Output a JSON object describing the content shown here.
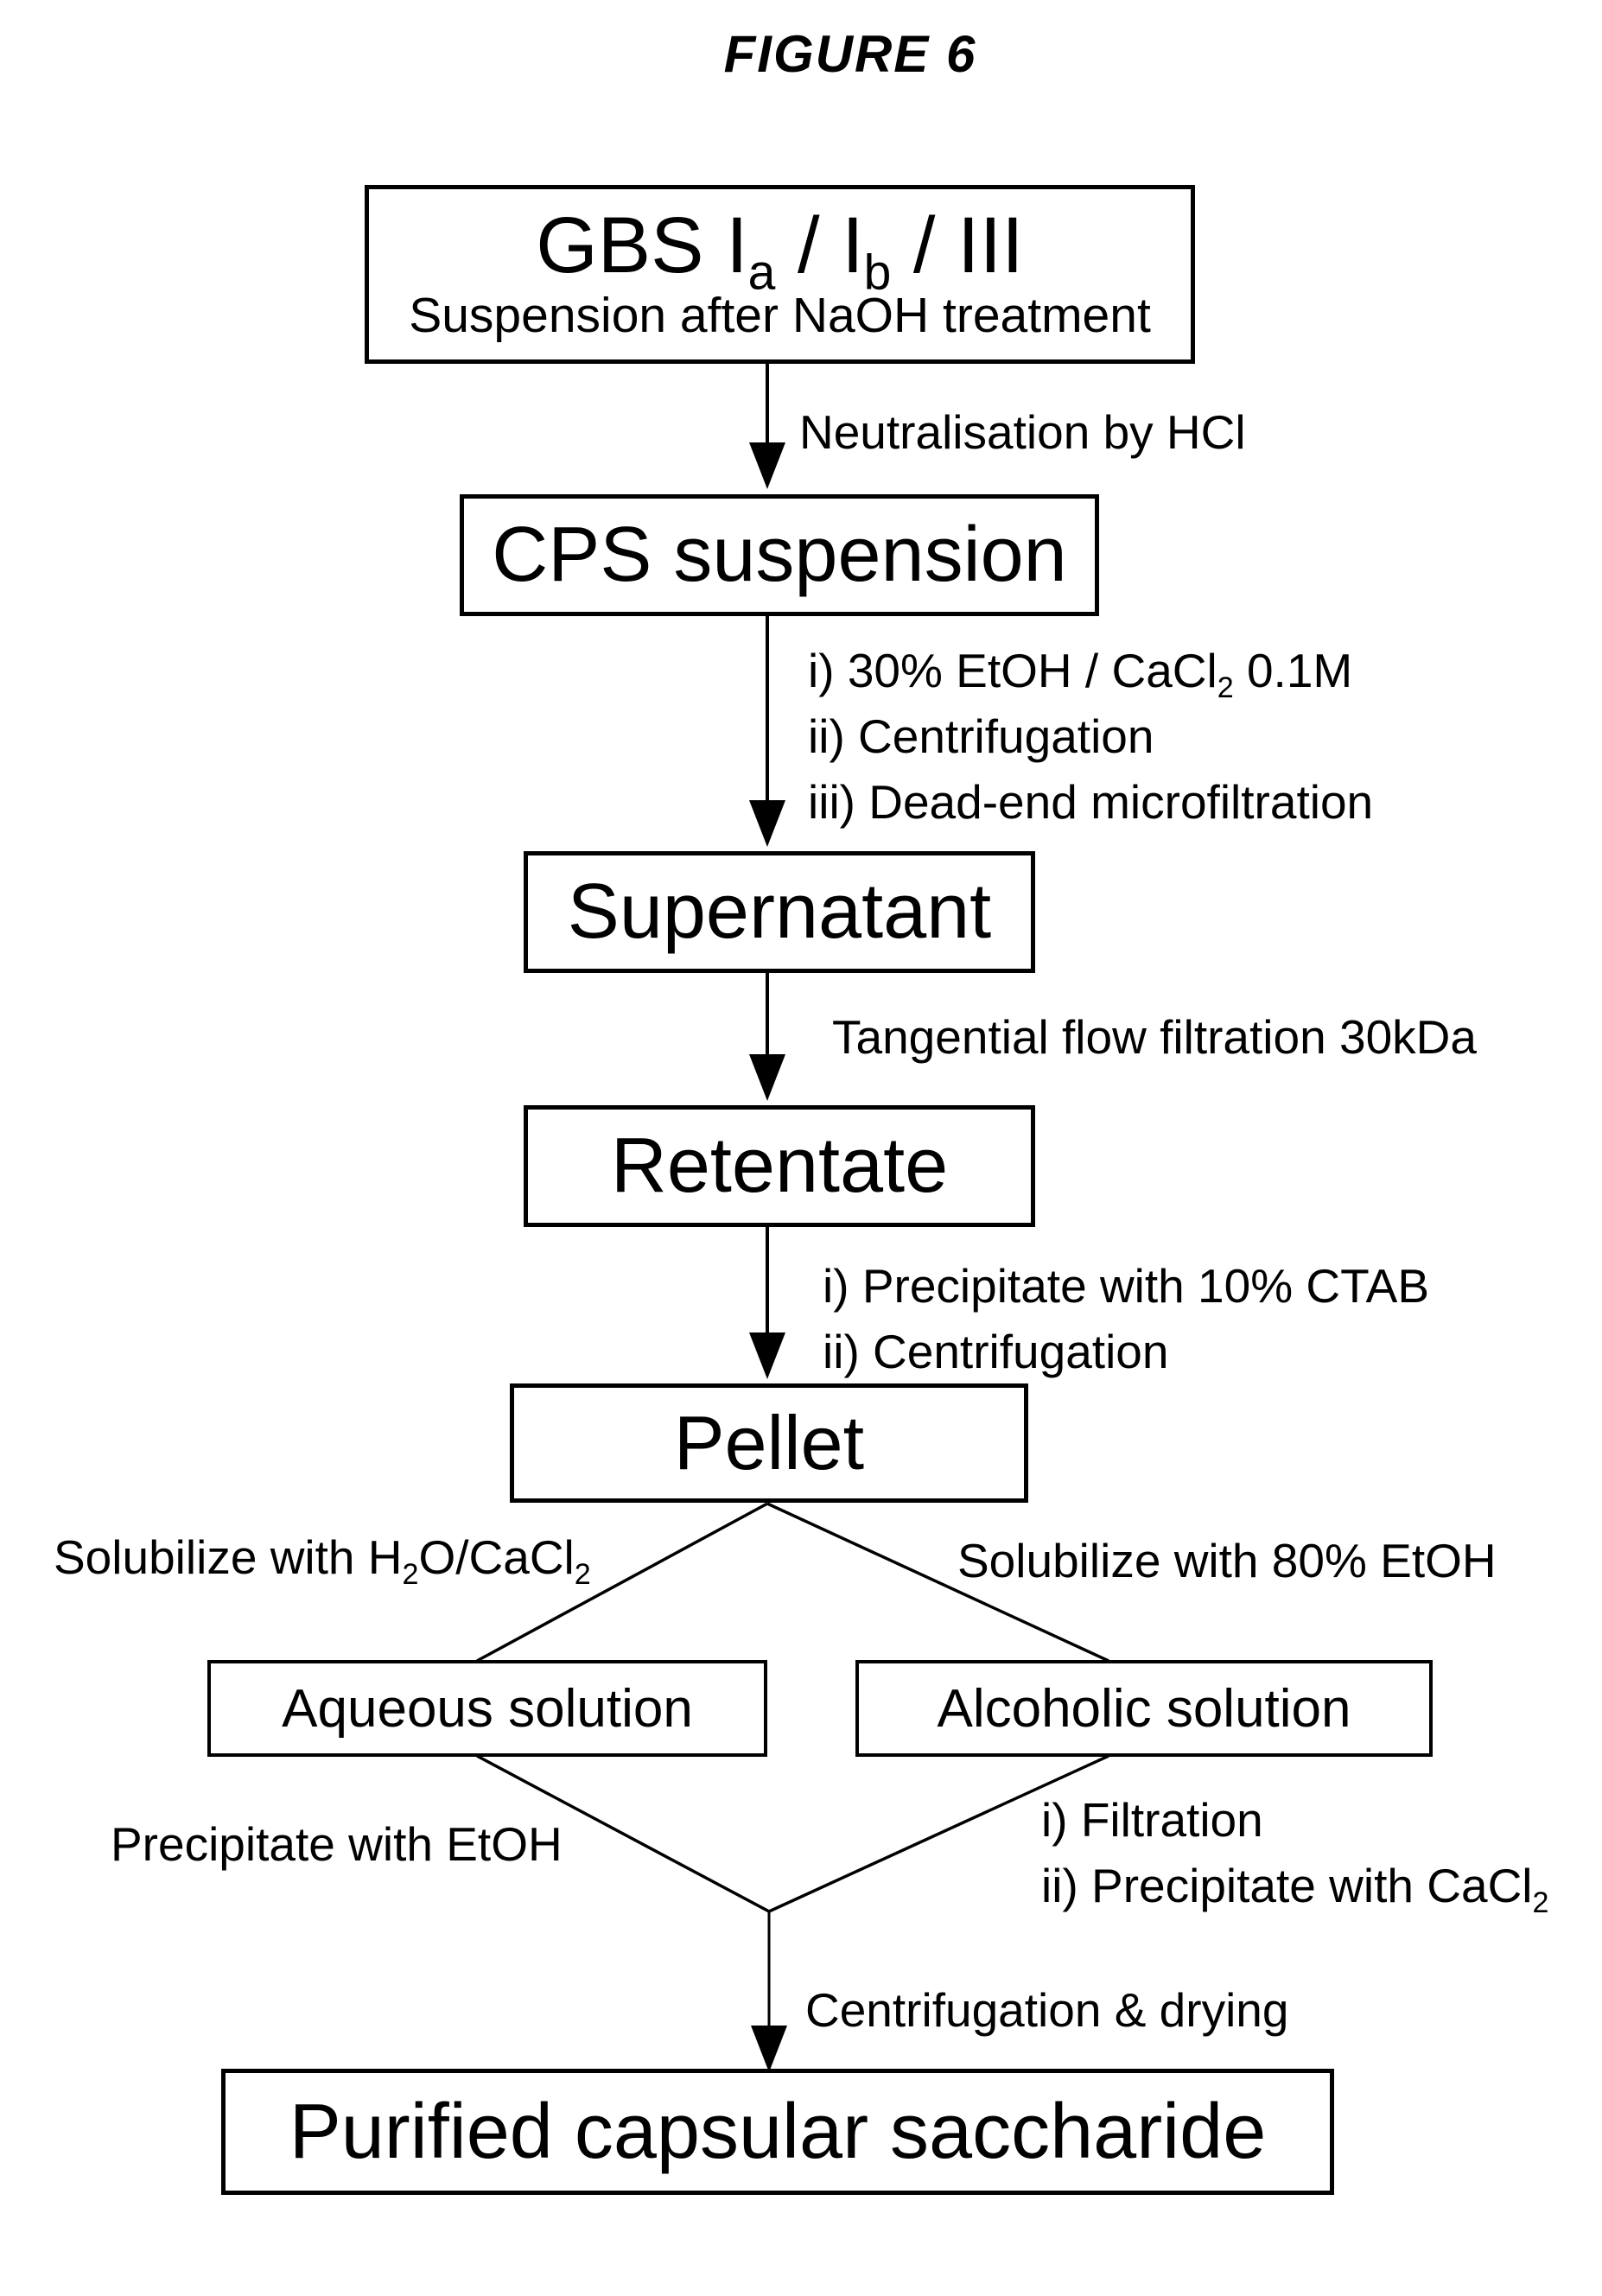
{
  "figure": {
    "title": "FIGURE 6"
  },
  "colors": {
    "ink": "#000000",
    "paper": "#ffffff"
  },
  "nodes": {
    "gbs": {
      "title_prefix": "GBS I",
      "title_sub_a": "a",
      "title_mid": " / I",
      "title_sub_b": "b",
      "title_suffix": " / III",
      "subtitle": "Suspension after NaOH treatment"
    },
    "cps": {
      "label": "CPS suspension"
    },
    "supernatant": {
      "label": "Supernatant"
    },
    "retentate": {
      "label": "Retentate"
    },
    "pellet": {
      "label": "Pellet"
    },
    "aqueous": {
      "label": "Aqueous solution"
    },
    "alcoholic": {
      "label": "Alcoholic solution"
    },
    "purified": {
      "label": "Purified capsular saccharide"
    }
  },
  "steps": {
    "neutralisation": "Neutralisation by HCl",
    "cps_steps": {
      "line1_prefix": "i) 30% EtOH / CaCl",
      "line1_sub": "2",
      "line1_suffix": " 0.1M",
      "line2": "ii) Centrifugation",
      "line3": "iii) Dead-end microfiltration"
    },
    "tff": "Tangential flow filtration 30kDa",
    "retentate_steps": {
      "line1": "i) Precipitate with 10% CTAB",
      "line2": "ii) Centrifugation"
    },
    "solubilize_water": {
      "prefix": "Solubilize with H",
      "sub1": "2",
      "mid": "O/CaCl",
      "sub2": "2"
    },
    "solubilize_etoh": "Solubilize with 80% EtOH",
    "precipitate_etoh": "Precipitate with EtOH",
    "alcoholic_steps": {
      "line1": "i) Filtration",
      "line2_prefix": "ii) Precipitate with CaCl",
      "line2_sub": "2"
    },
    "centrifugation_drying": "Centrifugation & drying"
  }
}
